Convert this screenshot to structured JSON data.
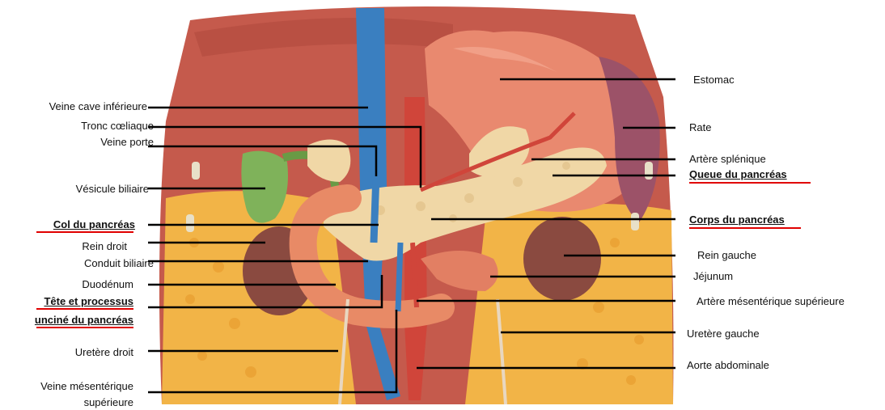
{
  "colors": {
    "accent_underline": "#e00000",
    "leader_line": "#000000",
    "vein": "#3a7fc0",
    "artery": "#d0453a",
    "pancreas": "#f0d7a6",
    "fat": "#f3b14a",
    "muscle": "#c8584b",
    "gallbladder": "#7fb25a",
    "kidney": "#8a4a40"
  },
  "labels_left": {
    "veine_cave": "Veine cave inférieure",
    "tronc": "Tronc cœliaque",
    "veine_porte": "Veine porte",
    "vesicule": "Vésicule biliaire",
    "col": "Col du pancréas",
    "rein_droit": "Rein droit",
    "conduit": "Conduit biliaire",
    "duodenum": "Duodénum",
    "tete1": "Tête et processus",
    "tete2": "unciné du pancréas",
    "uretere_droit": "Uretère droit",
    "vms1": "Veine mésentérique",
    "vms2": "supérieure"
  },
  "labels_right": {
    "estomac": "Estomac",
    "rate": "Rate",
    "artere_splenique": "Artère splénique",
    "queue": "Queue du pancréas",
    "corps": "Corps du pancréas",
    "rein_gauche": "Rein gauche",
    "jejunum": "Jéjunum",
    "ams": "Artère mésentérique supérieure",
    "uretere_gauche": "Uretère gauche",
    "aorte": "Aorte abdominale"
  }
}
